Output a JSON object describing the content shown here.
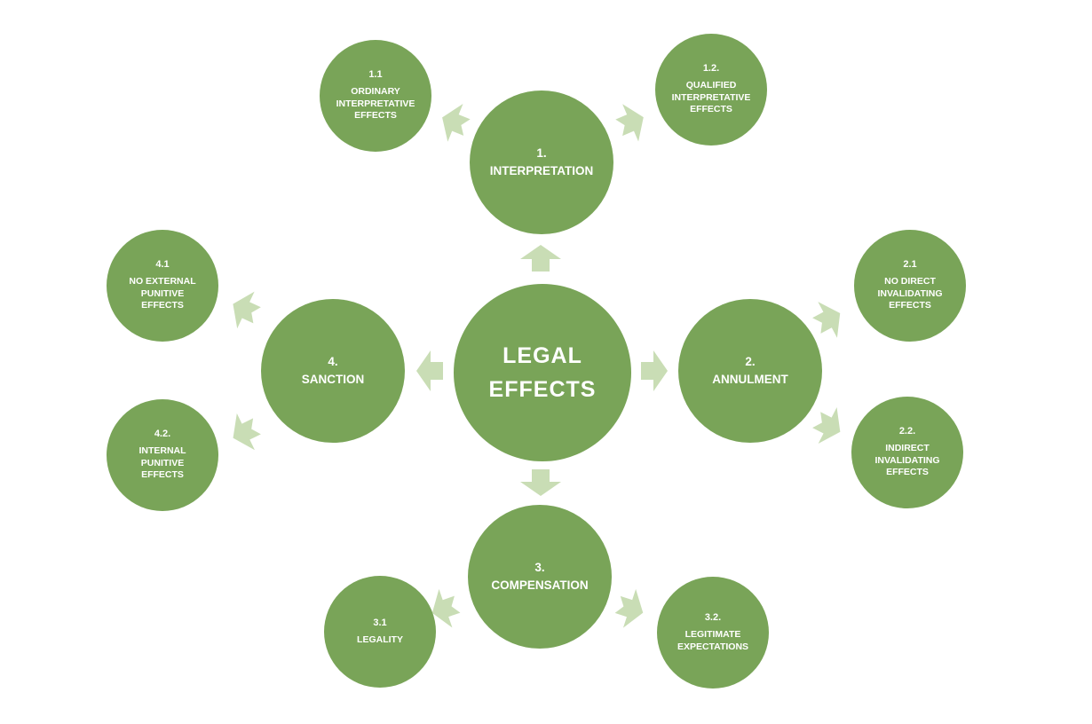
{
  "diagram": {
    "background_color": "#ffffff",
    "node_color": "#79A458",
    "arrow_color": "#C9DDB5",
    "text_color": "#ffffff",
    "center": {
      "line1": "LEGAL",
      "line2": "EFFECTS"
    },
    "branches": [
      {
        "number": "1.",
        "label": "INTERPRETATION",
        "children": [
          {
            "number": "1.1",
            "label": "ORDINARY INTERPRETATIVE EFFECTS"
          },
          {
            "number": "1.2.",
            "label": "QUALIFIED INTERPRETATIVE EFFECTS"
          }
        ]
      },
      {
        "number": "2.",
        "label": "ANNULMENT",
        "children": [
          {
            "number": "2.1",
            "label": "NO DIRECT INVALIDATING EFFECTS"
          },
          {
            "number": "2.2.",
            "label": "INDIRECT INVALIDATING EFFECTS"
          }
        ]
      },
      {
        "number": "3.",
        "label": "COMPENSATION",
        "children": [
          {
            "number": "3.1",
            "label": "LEGALITY"
          },
          {
            "number": "3.2.",
            "label": "LEGITIMATE EXPECTATIONS"
          }
        ]
      },
      {
        "number": "4.",
        "label": "SANCTION",
        "children": [
          {
            "number": "4.1",
            "label": "NO EXTERNAL PUNITIVE EFFECTS"
          },
          {
            "number": "4.2.",
            "label": "INTERNAL PUNITIVE EFFECTS"
          }
        ]
      }
    ]
  }
}
